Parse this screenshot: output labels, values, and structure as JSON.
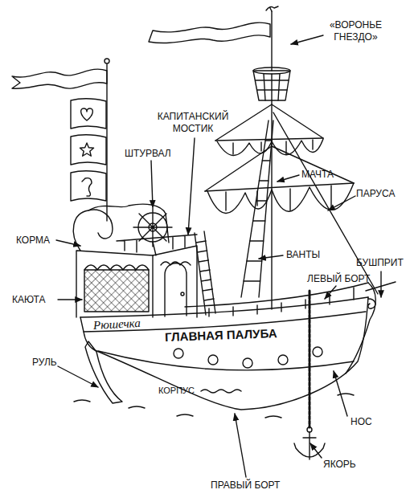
{
  "diagram": {
    "labels": [
      "«ВОРОНЬЕ ГНЕЗДО»",
      "КАПИТАНСКИЙ МОСТИК",
      "ШТУРВАЛ",
      "МАЧТА",
      "ПАРУСА",
      "КОРМА",
      "ВАНТЫ",
      "БУШПРИТ",
      "ЛЕВЫЙ БОРТ",
      "КАЮТА",
      "Рюшечка",
      "ГЛАВНАЯ ПАЛУБА",
      "РУЛЬ",
      "КОРПУС",
      "НОС",
      "ЯКОРЬ",
      "ПРАВЫЙ БОРТ"
    ]
  }
}
